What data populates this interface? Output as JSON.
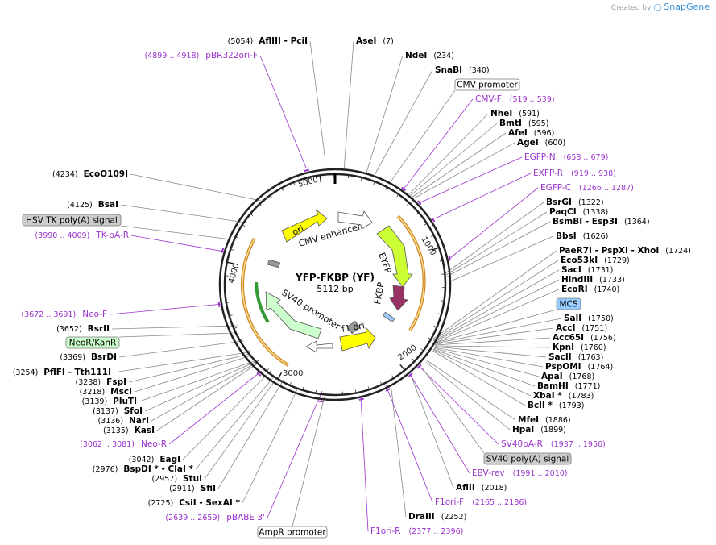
{
  "watermark": {
    "prefix": "Created by",
    "brand": "SnapGene"
  },
  "plasmid": {
    "name": "YFP-FKBP (YF)",
    "size": "5112 bp"
  },
  "ruler_ticks": [
    "1000",
    "2000",
    "3000",
    "4000",
    "5000"
  ],
  "features": {
    "ori": "ori",
    "cmv_enhancer": "CMV enhancer",
    "eyfp": "EYFP",
    "fkbp": "FKBP",
    "f1_ori": "f1 ori",
    "sv40_promoter": "SV40 promoter"
  },
  "colors": {
    "ori": "#ffff00",
    "eyfp": "#ccff33",
    "fkbp": "#993366",
    "f1": "#ffff00",
    "sv40": "#ccffcc",
    "orange": "#cc8a1f",
    "primer": "#9933cc",
    "green": "#339933",
    "blue": "#99ccff",
    "grey": "#999999"
  },
  "labels": {
    "sites": {
      "aflIII_pci": {
        "pos": "(5054)",
        "name": "AflIII  - PciI"
      },
      "aseI": {
        "name": "AseI",
        "pos": "(7)"
      },
      "ndeI": {
        "name": "NdeI",
        "pos": "(234)"
      },
      "snaBI": {
        "name": "SnaBI",
        "pos": "(340)"
      },
      "nheI": {
        "name": "NheI",
        "pos": "(591)"
      },
      "bmtI": {
        "name": "BmtI",
        "pos": "(595)"
      },
      "afeI": {
        "name": "AfeI",
        "pos": "(596)"
      },
      "ageI": {
        "name": "AgeI",
        "pos": "(600)"
      },
      "bsrGI": {
        "name": "BsrGI",
        "pos": "(1322)"
      },
      "paqCI": {
        "name": "PaqCI",
        "pos": "(1338)"
      },
      "bsmBI": {
        "name": "BsmBI  - Esp3I",
        "pos": "(1364)"
      },
      "bbsI": {
        "name": "BbsI",
        "pos": "(1626)"
      },
      "paeR7I": {
        "name": "PaeR7I  - PspXI  - XhoI",
        "pos": "(1724)"
      },
      "eco53kI": {
        "name": "Eco53kI",
        "pos": "(1729)"
      },
      "sacI": {
        "name": "SacI",
        "pos": "(1731)"
      },
      "hindIII": {
        "name": "HindIII",
        "pos": "(1733)"
      },
      "ecoRI": {
        "name": "EcoRI",
        "pos": "(1740)"
      },
      "salI": {
        "name": "SalI",
        "pos": "(1750)"
      },
      "accI": {
        "name": "AccI",
        "pos": "(1751)"
      },
      "acc65I": {
        "name": "Acc65I",
        "pos": "(1756)"
      },
      "kpnI": {
        "name": "KpnI",
        "pos": "(1760)"
      },
      "sacII": {
        "name": "SacII",
        "pos": "(1763)"
      },
      "pspOMI": {
        "name": "PspOMI",
        "pos": "(1764)"
      },
      "apaI": {
        "name": "ApaI",
        "pos": "(1768)"
      },
      "bamHI": {
        "name": "BamHI",
        "pos": "(1771)"
      },
      "xbaI": {
        "name": "XbaI *",
        "pos": "(1783)"
      },
      "bclI": {
        "name": "BclI *",
        "pos": "(1793)"
      },
      "mfeI": {
        "name": "MfeI",
        "pos": "(1886)"
      },
      "hpaI": {
        "name": "HpaI",
        "pos": "(1899)"
      },
      "aflII": {
        "name": "AflII",
        "pos": "(2018)"
      },
      "draIII": {
        "name": "DraIII",
        "pos": "(2252)"
      },
      "ecoO109I": {
        "pos": "(4234)",
        "name": "EcoO109I"
      },
      "bsaI": {
        "pos": "(4125)",
        "name": "BsaI"
      },
      "rsrII": {
        "pos": "(3652)",
        "name": "RsrII"
      },
      "bsrDI": {
        "pos": "(3369)",
        "name": "BsrDI"
      },
      "pflFI": {
        "pos": "(3254)",
        "name": "PflFI  - Tth111I"
      },
      "fspI": {
        "pos": "(3238)",
        "name": "FspI"
      },
      "mscI": {
        "pos": "(3218)",
        "name": "MscI"
      },
      "pluTI": {
        "pos": "(3139)",
        "name": "PluTI"
      },
      "sfoI": {
        "pos": "(3137)",
        "name": "SfoI"
      },
      "narI": {
        "pos": "(3136)",
        "name": "NarI"
      },
      "kasI": {
        "pos": "(3135)",
        "name": "KasI"
      },
      "eagI": {
        "pos": "(3042)",
        "name": "EagI"
      },
      "bspDI": {
        "pos": "(2976)",
        "name": "BspDI *  - ClaI *"
      },
      "stuI": {
        "pos": "(2957)",
        "name": "StuI"
      },
      "sfiI": {
        "pos": "(2911)",
        "name": "SfiI"
      },
      "csiI": {
        "pos": "(2725)",
        "name": "CsiI  - SexAI *"
      }
    },
    "primers": {
      "pbr322": {
        "pos": "(4899 .. 4918)",
        "name": "pBR322ori-F"
      },
      "cmvF": {
        "name": "CMV-F",
        "pos": "(519 .. 539)"
      },
      "egfpN": {
        "name": "EGFP-N",
        "pos": "(658 .. 679)"
      },
      "exfpR": {
        "name": "EXFP-R",
        "pos": "(919 .. 938)"
      },
      "egfpC": {
        "name": "EGFP-C",
        "pos": "(1266 .. 1287)"
      },
      "sv40pa": {
        "name": "SV40pA-R",
        "pos": "(1937 .. 1956)"
      },
      "ebvrev": {
        "name": "EBV-rev",
        "pos": "(1991 .. 2010)"
      },
      "f1oriF": {
        "name": "F1ori-F",
        "pos": "(2165 .. 2186)"
      },
      "f1oriR": {
        "name": "F1ori-R",
        "pos": "(2377 .. 2396)"
      },
      "tkpa": {
        "pos": "(3990 .. 4009)",
        "name": "TK-pA-R"
      },
      "neoF": {
        "pos": "(3672 .. 3691)",
        "name": "Neo-F"
      },
      "neoR": {
        "pos": "(3062 .. 3081)",
        "name": "Neo-R"
      },
      "pbabe": {
        "pos": "(2639 .. 2659)",
        "name": "pBABE 3'"
      }
    },
    "boxes": {
      "cmv_promoter": "CMV promoter",
      "mcs": "MCS",
      "sv40_polya": "SV40 poly(A) signal",
      "hsv_tk": "HSV TK poly(A) signal",
      "neo_kan": "NeoR/KanR",
      "ampr": "AmpR promoter"
    }
  }
}
